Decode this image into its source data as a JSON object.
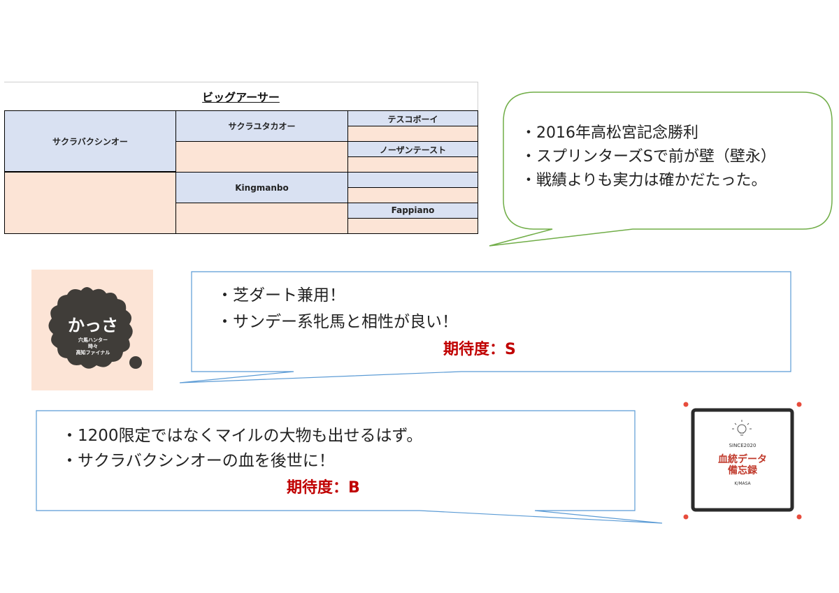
{
  "pedigree": {
    "title": "ビッグアーサー",
    "sire": "サクラバクシンオー",
    "dam": "",
    "sire_sire": "サクラユタカオー",
    "sire_dam": "",
    "dam_sire": "Kingmanbo",
    "dam_dam": "",
    "g3": [
      "テスコボーイ",
      "",
      "ノーザンテースト",
      "",
      "",
      "",
      "Fappiano",
      ""
    ]
  },
  "bubble_top": {
    "lines": [
      "・2016年高松宮記念勝利",
      "・スプリンターズSで前が壁（壁永）",
      "・戦績よりも実力は確かだたった。"
    ]
  },
  "bubble_mid": {
    "lines": [
      "・芝ダート兼用！",
      "・サンデー系牝馬と相性が良い！"
    ],
    "expect": "期待度：S"
  },
  "bubble_bottom": {
    "lines": [
      "・1200限定ではなくマイルの大物も出せるはず。",
      "・サクラバクシンオーの血を後世に！"
    ],
    "expect": "期待度：B"
  },
  "avatar": {
    "name": "かっさ",
    "sub_lines": [
      "穴馬ハンター",
      "時々",
      "高知ファイナル"
    ]
  },
  "logo": {
    "since": "SINCE2020",
    "title_line1": "血統データ",
    "title_line2": "備忘録",
    "author": "K/MASA"
  },
  "colors": {
    "sire_line_blue": "#d9e1f2",
    "dam_line_peach": "#fce4d6",
    "bubble_green": "#70ad47",
    "bubble_blue": "#5b9bd5",
    "expect_red": "#c00000",
    "avatar_dark": "#403d39"
  }
}
